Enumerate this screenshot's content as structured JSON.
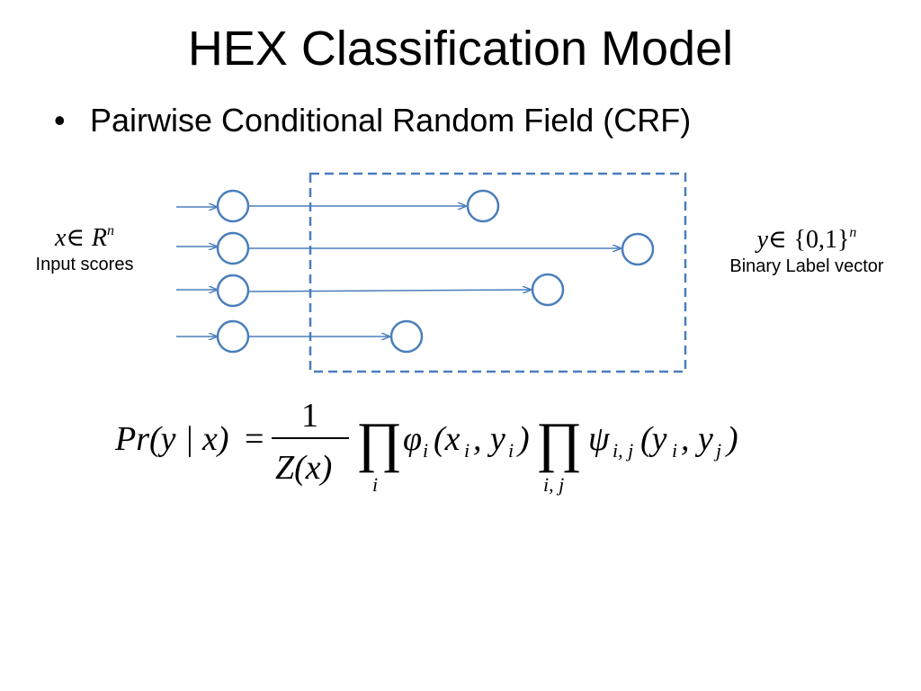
{
  "slide": {
    "title": "HEX Classification Model",
    "bullet_text": "Pairwise Conditional Random Field (CRF)",
    "bullet_symbol": "•"
  },
  "diagram": {
    "input_math": {
      "var": "x",
      "rel": "∈",
      "set": "R",
      "exp": "n"
    },
    "input_caption": "Input scores",
    "output_math": {
      "var": "y",
      "rel": "∈",
      "set": "{0,1}",
      "exp": "n"
    },
    "output_caption": "Binary Label vector",
    "colors": {
      "node_stroke": "#4A7EBB",
      "edge": "#4A7EBB",
      "box_dash": "#4A7EBB"
    }
  },
  "formula": {
    "lhs": "Pr(y | x)",
    "equals": "=",
    "numerator": "1",
    "denominator": "Z(x)",
    "prod_symbol": "∏",
    "prod1_index": "i",
    "phi": "φ",
    "phi_sub": "i",
    "phi_args": "(x",
    "phi_args_sub1": "i",
    "phi_args_mid": ", y",
    "phi_args_sub2": "i",
    "phi_args_end": ")",
    "prod2_index": "i, j",
    "psi": "ψ",
    "psi_sub": "i, j",
    "psi_args": "(y",
    "psi_args_sub1": "i",
    "psi_args_mid": ", y",
    "psi_args_sub2": "j",
    "psi_args_end": ")"
  }
}
